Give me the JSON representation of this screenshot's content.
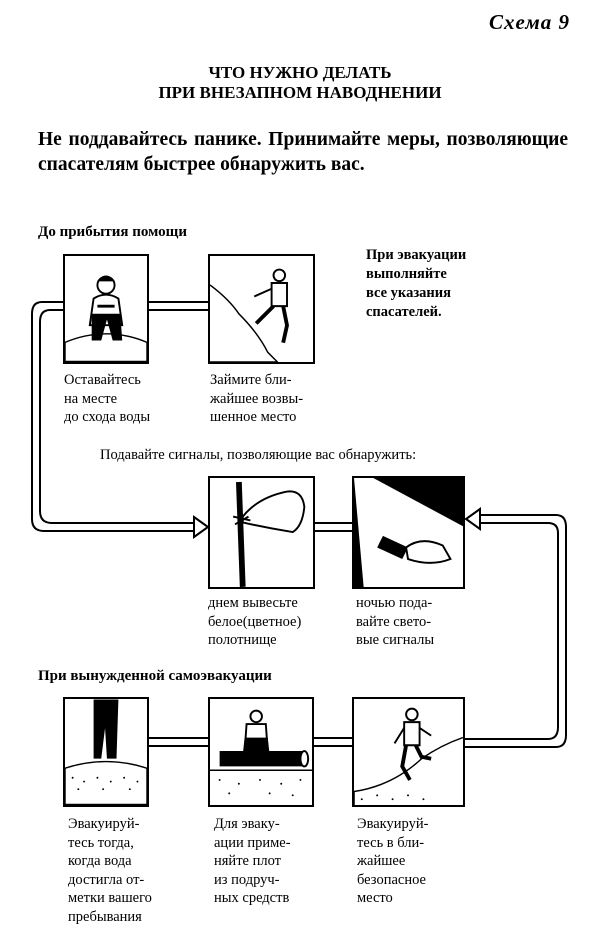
{
  "header": {
    "scheme_label": "Схема 9",
    "title_line1": "ЧТО НУЖНО ДЕЛАТЬ",
    "title_line2": "ПРИ ВНЕЗАПНОМ НАВОДНЕНИИ"
  },
  "lead_text": "Не поддавайтесь панике. Принимайте меры, позволяющие спасателям быстрее обнаружить вас.",
  "section_before": "До прибытия помощи",
  "evacuation_note": [
    "При эвакуации",
    "выполняйте",
    "все указания",
    "спасателей."
  ],
  "signals_label": "Подавайте сигналы, позволяющие вас обнаружить:",
  "section_self": "При вынужденной самоэвакуации",
  "steps": {
    "stay": [
      "Оставайтесь",
      "на месте",
      "до схода воды"
    ],
    "high_place": [
      "Займите бли-",
      "жайшее возвы-",
      "шенное место"
    ],
    "day_signal": [
      "днем вывесьте",
      "белое(цветное)",
      "полотнище"
    ],
    "night_signal": [
      "ночью пода-",
      "вайте свето-",
      "вые сигналы"
    ],
    "evac_when": [
      "Эвакуируй-",
      "тесь тогда,",
      "когда вода",
      "достигла от-",
      "метки вашего",
      "пребывания"
    ],
    "raft": [
      "Для эваку-",
      "ации приме-",
      "няйте плот",
      "из подруч-",
      "ных средств"
    ],
    "safe_place": [
      "Эвакуируй-",
      "тесь в бли-",
      "жайшее",
      "безопасное",
      "место"
    ]
  }
}
